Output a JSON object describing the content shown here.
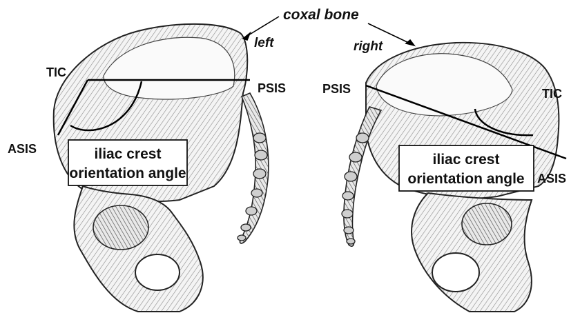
{
  "title": "coxal bone",
  "sides": {
    "left": "left",
    "right": "right"
  },
  "left_bone": {
    "tic": "TIC",
    "asis": "ASIS",
    "psis": "PSIS",
    "box_line1": "iliac crest",
    "box_line2": "orientation angle"
  },
  "right_bone": {
    "tic": "TIC",
    "asis": "ASIS",
    "psis": "PSIS",
    "box_line1": "iliac crest",
    "box_line2": "orientation angle"
  },
  "colors": {
    "ink": "#111111",
    "bone_fill": "#f2f2f2",
    "shade": "#9a9a9a"
  }
}
